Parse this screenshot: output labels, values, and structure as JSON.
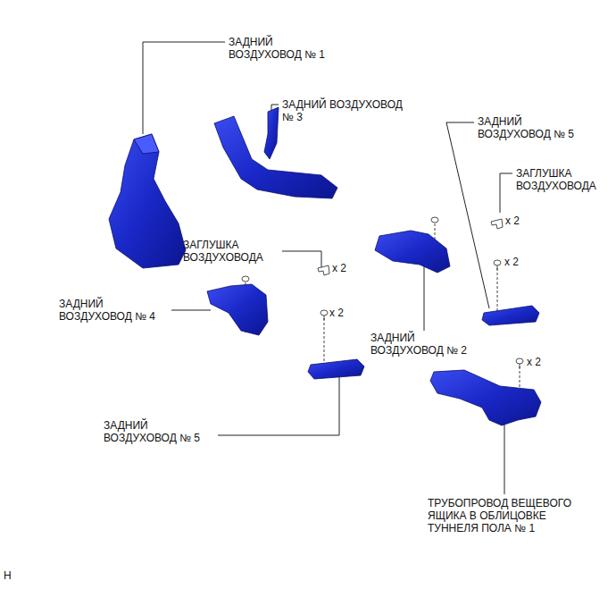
{
  "diagram": {
    "labels": [
      "ЗАДНИЙ ВОЗДУХОВОД № 1",
      "ЗАДНИЙ ВОЗДУХОВОД № 3",
      "ЗАДНИЙ ВОЗДУХОВОД № 5",
      "ЗАГЛУШКА ВОЗДУХОВОДА",
      "x 2",
      "ЗАГЛУШКА ВОЗДУХОВОДА",
      "x 2",
      "x 2",
      "ЗАДНИЙ ВОЗДУХОВОД № 4",
      "x 2",
      "ЗАДНИЙ ВОЗДУХОВОД № 2",
      "x 2",
      "ЗАДНИЙ ВОЗДУХОВОД № 5",
      "ТРУБОПРОВОД ВЕЩЕВОГО ЯЩИКА В ОБЛИЦОВКЕ ТУННЕЛЯ ПОЛА № 1",
      "H"
    ]
  }
}
